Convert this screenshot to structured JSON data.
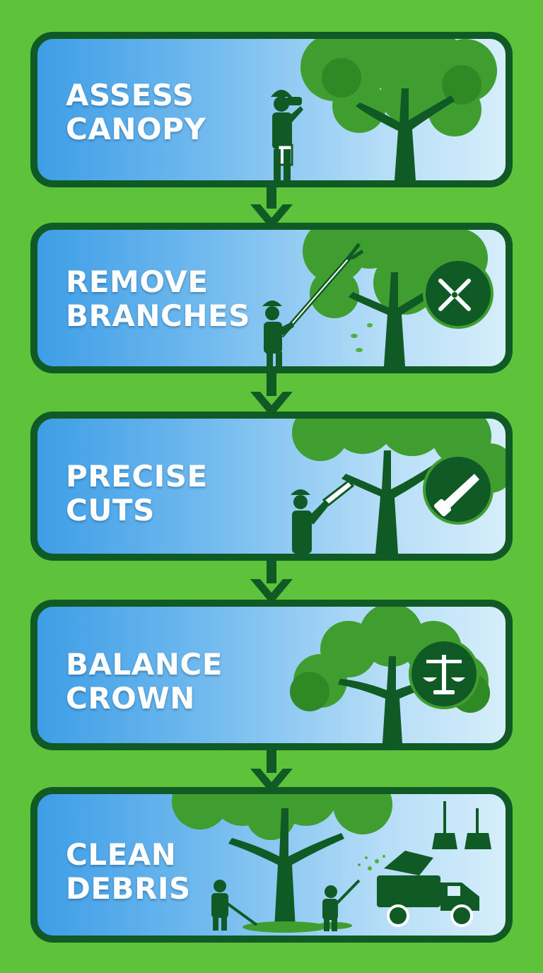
{
  "steps": [
    {
      "line1": "ASSESS",
      "line2": "CANOPY"
    },
    {
      "line1": "REMOVE",
      "line2": "BRANCHES"
    },
    {
      "line1": "PRECISE",
      "line2": "CUTS"
    },
    {
      "line1": "BALANCE",
      "line2": "CROWN"
    },
    {
      "line1": "CLEAN",
      "line2": "DEBRIS"
    }
  ],
  "colors": {
    "background": "#5fc23b",
    "border": "#0f5a25",
    "foliage": "#3f9e2f",
    "foliage_dark": "#1f6b2a",
    "text": "#ffffff"
  },
  "icons": [
    "binoculars-icon",
    "pruning-shears-icon",
    "hand-saw-icon",
    "balance-scale-icon",
    "broom-icon",
    "dustpan-icon",
    "wood-chipper-truck-icon"
  ]
}
